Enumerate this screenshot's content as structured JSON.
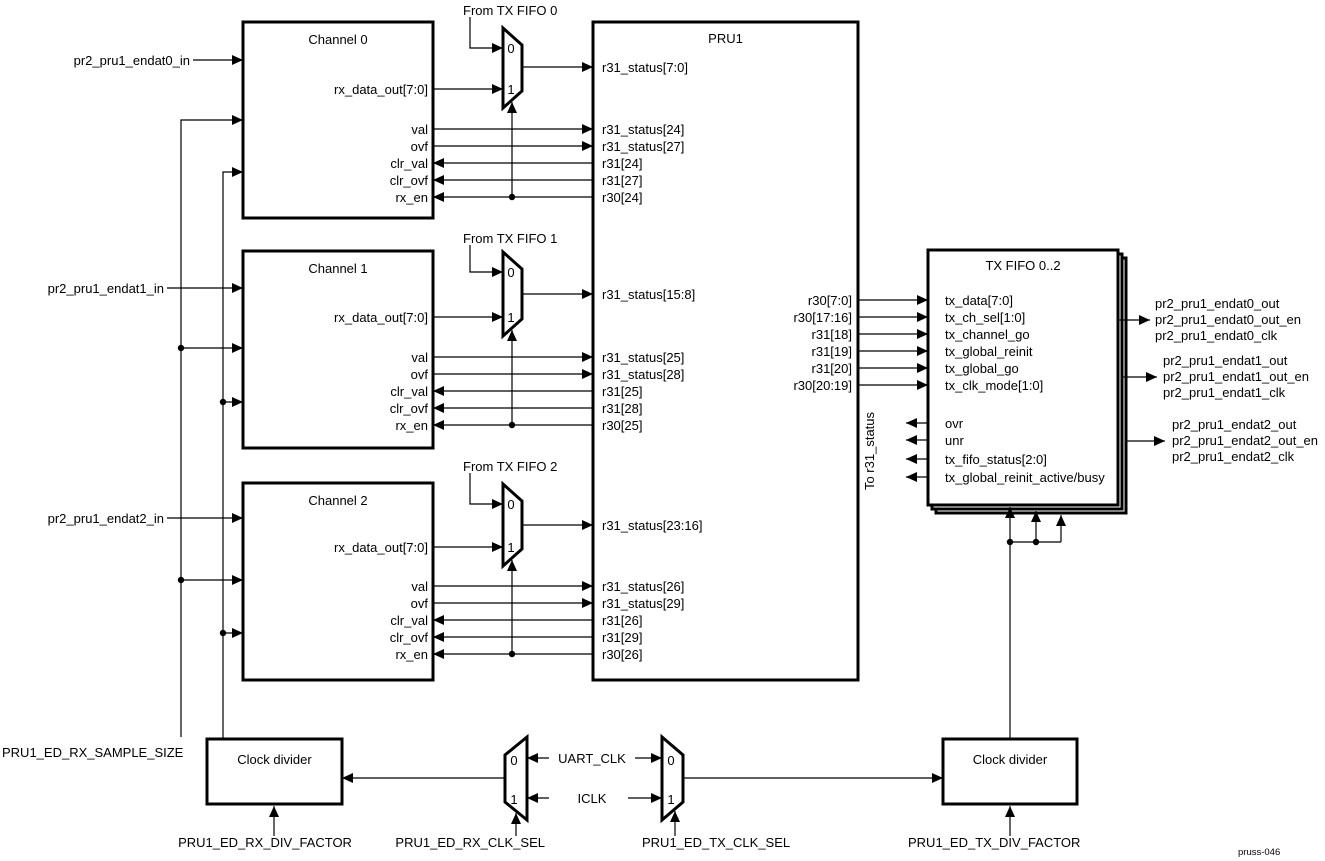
{
  "diagram": {
    "watermark": "pruss-046",
    "channels": [
      {
        "title": "Channel 0",
        "input_label": "pr2_pru1_endat0_in",
        "signals": {
          "rx_data": "rx_data_out[7:0]",
          "val": "val",
          "ovf": "ovf",
          "clr_val": "clr_val",
          "clr_ovf": "clr_ovf",
          "rx_en": "rx_en"
        }
      },
      {
        "title": "Channel 1",
        "input_label": "pr2_pru1_endat1_in",
        "signals": {
          "rx_data": "rx_data_out[7:0]",
          "val": "val",
          "ovf": "ovf",
          "clr_val": "clr_val",
          "clr_ovf": "clr_ovf",
          "rx_en": "rx_en"
        }
      },
      {
        "title": "Channel 2",
        "input_label": "pr2_pru1_endat2_in",
        "signals": {
          "rx_data": "rx_data_out[7:0]",
          "val": "val",
          "ovf": "ovf",
          "clr_val": "clr_val",
          "clr_ovf": "clr_ovf",
          "rx_en": "rx_en"
        }
      }
    ],
    "rx_muxes": [
      {
        "label": "From TX FIFO 0",
        "in0": "0",
        "in1": "1"
      },
      {
        "label": "From TX FIFO 1",
        "in0": "0",
        "in1": "1"
      },
      {
        "label": "From TX FIFO 2",
        "in0": "0",
        "in1": "1"
      }
    ],
    "pru1": {
      "title": "PRU1",
      "left": [
        [
          "r31_status[7:0]",
          "r31_status[24]",
          "r31_status[27]",
          "r31[24]",
          "r31[27]",
          "r30[24]"
        ],
        [
          "r31_status[15:8]",
          "r31_status[25]",
          "r31_status[28]",
          "r31[25]",
          "r31[28]",
          "r30[25]"
        ],
        [
          "r31_status[23:16]",
          "r31_status[26]",
          "r31_status[29]",
          "r31[26]",
          "r31[29]",
          "r30[26]"
        ]
      ],
      "right": [
        "r30[7:0]",
        "r30[17:16]",
        "r31[18]",
        "r31[19]",
        "r31[20]",
        "r30[20:19]"
      ]
    },
    "tx_fifo": {
      "title": "TX FIFO 0..2",
      "inputs": [
        "tx_data[7:0]",
        "tx_ch_sel[1:0]",
        "tx_channel_go",
        "tx_global_reinit",
        "tx_global_go",
        "tx_clk_mode[1:0]"
      ],
      "status_outputs": [
        "ovr",
        "unr",
        "tx_fifo_status[2:0]",
        "tx_global_reinit_active/busy"
      ],
      "side_label": "To r31_status",
      "out_groups": [
        [
          "pr2_pru1_endat0_out",
          "pr2_pru1_endat0_out_en",
          "pr2_pru1_endat0_clk"
        ],
        [
          "pr2_pru1_endat1_out",
          "pr2_pru1_endat1_out_en",
          "pr2_pru1_endat1_clk"
        ],
        [
          "pr2_pru1_endat2_out",
          "pr2_pru1_endat2_out_en",
          "pr2_pru1_endat2_clk"
        ]
      ]
    },
    "clocking": {
      "rx_divider_title": "Clock divider",
      "tx_divider_title": "Clock divider",
      "uart_clk": "UART_CLK",
      "iclk": "ICLK",
      "mux_in0": "0",
      "mux_in1": "1",
      "sample_size": "PRU1_ED_RX_SAMPLE_SIZE",
      "rx_div_factor": "PRU1_ED_RX_DIV_FACTOR",
      "rx_clk_sel": "PRU1_ED_RX_CLK_SEL",
      "tx_clk_sel": "PRU1_ED_TX_CLK_SEL",
      "tx_div_factor": "PRU1_ED_TX_DIV_FACTOR"
    }
  }
}
